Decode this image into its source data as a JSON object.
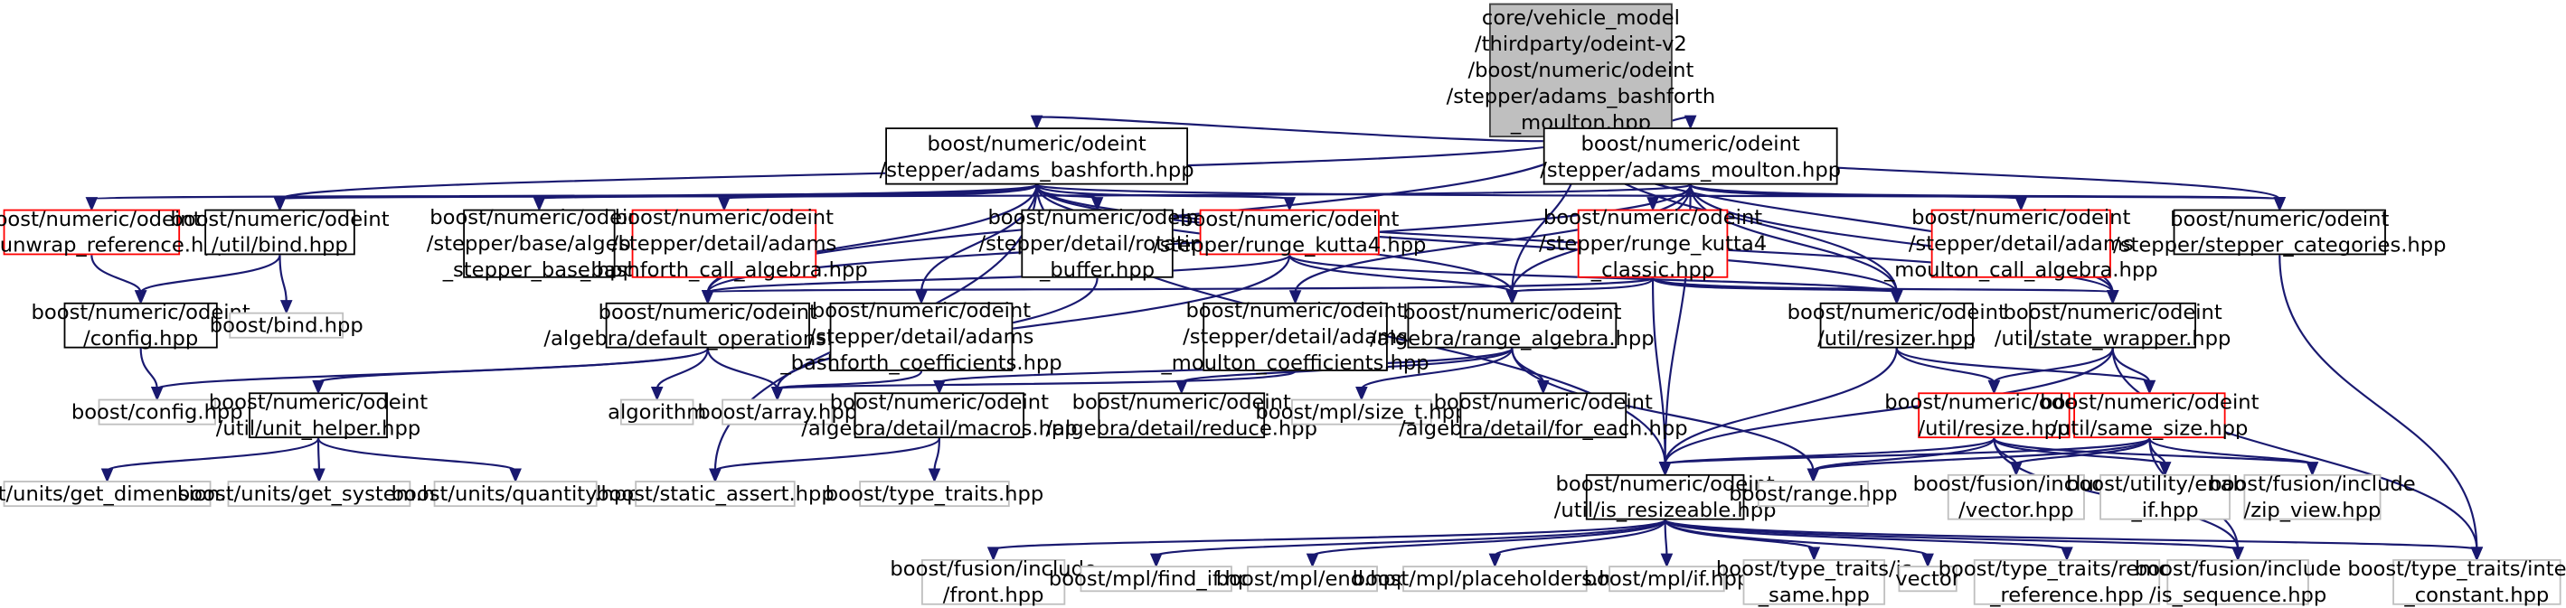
{
  "colors": {
    "edge": "#191970",
    "root_fill": "#bfbfbf",
    "documented_border": "#000000",
    "undocumented_border": "#ff0000",
    "external_border": "#bfbfbf"
  },
  "nodes": [
    {
      "id": "root",
      "kind": "root",
      "label": "core/vehicle_model\n/thirdparty/odeint-v2\n/boost/numeric/odeint\n/stepper/adams_bashforth\n_moulton.hpp"
    },
    {
      "id": "ab",
      "kind": "doc",
      "label": "boost/numeric/odeint\n/stepper/adams_bashforth.hpp"
    },
    {
      "id": "am",
      "kind": "doc",
      "label": "boost/numeric/odeint\n/stepper/adams_moulton.hpp"
    },
    {
      "id": "unwrap",
      "kind": "red",
      "label": "boost/numeric/odeint\n/util/unwrap_reference.hpp"
    },
    {
      "id": "bind",
      "kind": "doc",
      "label": "boost/numeric/odeint\n/util/bind.hpp"
    },
    {
      "id": "algstep",
      "kind": "doc",
      "label": "boost/numeric/odeint\n/stepper/base/algebra\n_stepper_base.hpp"
    },
    {
      "id": "abcall",
      "kind": "red",
      "label": "boost/numeric/odeint\n/stepper/detail/adams\n_bashforth_call_algebra.hpp"
    },
    {
      "id": "rotbuf",
      "kind": "doc",
      "label": "boost/numeric/odeint\n/stepper/detail/rotating\n_buffer.hpp"
    },
    {
      "id": "rk4",
      "kind": "red",
      "label": "boost/numeric/odeint\n/stepper/runge_kutta4.hpp"
    },
    {
      "id": "rk4c",
      "kind": "red",
      "label": "boost/numeric/odeint\n/stepper/runge_kutta4\n_classic.hpp"
    },
    {
      "id": "amcall",
      "kind": "red",
      "label": "boost/numeric/odeint\n/stepper/detail/adams\n_moulton_call_algebra.hpp"
    },
    {
      "id": "stepcat",
      "kind": "doc",
      "label": "boost/numeric/odeint\n/stepper/stepper_categories.hpp"
    },
    {
      "id": "config",
      "kind": "doc",
      "label": "boost/numeric/odeint\n/config.hpp"
    },
    {
      "id": "boostbind",
      "kind": "gray",
      "label": "boost/bind.hpp"
    },
    {
      "id": "defops",
      "kind": "doc",
      "label": "boost/numeric/odeint\n/algebra/default_operations.hpp"
    },
    {
      "id": "abcoef",
      "kind": "doc",
      "label": "boost/numeric/odeint\n/stepper/detail/adams\n_bashforth_coefficients.hpp"
    },
    {
      "id": "amcoef",
      "kind": "doc",
      "label": "boost/numeric/odeint\n/stepper/detail/adams\n_moulton_coefficients.hpp"
    },
    {
      "id": "rangealg",
      "kind": "doc",
      "label": "boost/numeric/odeint\n/algebra/range_algebra.hpp"
    },
    {
      "id": "resizer",
      "kind": "doc",
      "label": "boost/numeric/odeint\n/util/resizer.hpp"
    },
    {
      "id": "statewrap",
      "kind": "doc",
      "label": "boost/numeric/odeint\n/util/state_wrapper.hpp"
    },
    {
      "id": "bconfig",
      "kind": "gray",
      "label": "boost/config.hpp"
    },
    {
      "id": "unithelper",
      "kind": "doc",
      "label": "boost/numeric/odeint\n/util/unit_helper.hpp"
    },
    {
      "id": "algorithm",
      "kind": "gray",
      "label": "algorithm"
    },
    {
      "id": "barray",
      "kind": "gray",
      "label": "boost/array.hpp"
    },
    {
      "id": "macros",
      "kind": "doc",
      "label": "boost/numeric/odeint\n/algebra/detail/macros.hpp"
    },
    {
      "id": "reduce",
      "kind": "doc",
      "label": "boost/numeric/odeint\n/algebra/detail/reduce.hpp"
    },
    {
      "id": "sizet",
      "kind": "gray",
      "label": "boost/mpl/size_t.hpp"
    },
    {
      "id": "foreach",
      "kind": "doc",
      "label": "boost/numeric/odeint\n/algebra/detail/for_each.hpp"
    },
    {
      "id": "resize",
      "kind": "red",
      "label": "boost/numeric/odeint\n/util/resize.hpp"
    },
    {
      "id": "samesize",
      "kind": "red",
      "label": "boost/numeric/odeint\n/util/same_size.hpp"
    },
    {
      "id": "getdim",
      "kind": "gray",
      "label": "boost/units/get_dimension.hpp"
    },
    {
      "id": "getsys",
      "kind": "gray",
      "label": "boost/units/get_system.hpp"
    },
    {
      "id": "quantity",
      "kind": "gray",
      "label": "boost/units/quantity.hpp"
    },
    {
      "id": "staticassert",
      "kind": "gray",
      "label": "boost/static_assert.hpp"
    },
    {
      "id": "typetraits",
      "kind": "gray",
      "label": "boost/type_traits.hpp"
    },
    {
      "id": "isres",
      "kind": "doc",
      "label": "boost/numeric/odeint\n/util/is_resizeable.hpp"
    },
    {
      "id": "range",
      "kind": "gray",
      "label": "boost/range.hpp"
    },
    {
      "id": "fvector",
      "kind": "gray",
      "label": "boost/fusion/include\n/vector.hpp"
    },
    {
      "id": "enableif",
      "kind": "gray",
      "label": "boost/utility/enable\n_if.hpp"
    },
    {
      "id": "zipview",
      "kind": "gray",
      "label": "boost/fusion/include\n/zip_view.hpp"
    },
    {
      "id": "ffront",
      "kind": "gray",
      "label": "boost/fusion/include\n/front.hpp"
    },
    {
      "id": "findif",
      "kind": "gray",
      "label": "boost/mpl/find_if.hpp"
    },
    {
      "id": "mplend",
      "kind": "gray",
      "label": "boost/mpl/end.hpp"
    },
    {
      "id": "placeholders",
      "kind": "gray",
      "label": "boost/mpl/placeholders.hpp"
    },
    {
      "id": "mplif",
      "kind": "gray",
      "label": "boost/mpl/if.hpp"
    },
    {
      "id": "issame",
      "kind": "gray",
      "label": "boost/type_traits/is\n_same.hpp"
    },
    {
      "id": "vector",
      "kind": "gray",
      "label": "vector"
    },
    {
      "id": "removeref",
      "kind": "gray",
      "label": "boost/type_traits/remove\n_reference.hpp"
    },
    {
      "id": "isseq",
      "kind": "gray",
      "label": "boost/fusion/include\n/is_sequence.hpp"
    },
    {
      "id": "intconst",
      "kind": "gray",
      "label": "boost/type_traits/integral\n_constant.hpp"
    }
  ],
  "edges": [
    [
      "root",
      "ab"
    ],
    [
      "root",
      "am"
    ],
    [
      "root",
      "bind"
    ],
    [
      "root",
      "defops"
    ],
    [
      "root",
      "rangealg"
    ],
    [
      "root",
      "resizer"
    ],
    [
      "root",
      "statewrap"
    ],
    [
      "root",
      "stepcat"
    ],
    [
      "ab",
      "unwrap"
    ],
    [
      "ab",
      "bind"
    ],
    [
      "ab",
      "algstep"
    ],
    [
      "ab",
      "abcall"
    ],
    [
      "ab",
      "rotbuf"
    ],
    [
      "ab",
      "rk4"
    ],
    [
      "ab",
      "abcoef"
    ],
    [
      "ab",
      "defops"
    ],
    [
      "ab",
      "rangealg"
    ],
    [
      "ab",
      "resizer"
    ],
    [
      "ab",
      "statewrap"
    ],
    [
      "ab",
      "stepcat"
    ],
    [
      "ab",
      "isres"
    ],
    [
      "ab",
      "staticassert"
    ],
    [
      "am",
      "bind"
    ],
    [
      "am",
      "rk4c"
    ],
    [
      "am",
      "amcall"
    ],
    [
      "am",
      "amcoef"
    ],
    [
      "am",
      "defops"
    ],
    [
      "am",
      "rangealg"
    ],
    [
      "am",
      "resizer"
    ],
    [
      "am",
      "statewrap"
    ],
    [
      "am",
      "stepcat"
    ],
    [
      "am",
      "isres"
    ],
    [
      "unwrap",
      "config"
    ],
    [
      "bind",
      "config"
    ],
    [
      "bind",
      "boostbind"
    ],
    [
      "rotbuf",
      "barray"
    ],
    [
      "rk4",
      "defops"
    ],
    [
      "rk4",
      "rangealg"
    ],
    [
      "rk4",
      "barray"
    ],
    [
      "rk4",
      "resizer"
    ],
    [
      "rk4c",
      "defops"
    ],
    [
      "rk4c",
      "rangealg"
    ],
    [
      "rk4c",
      "resizer"
    ],
    [
      "rk4c",
      "statewrap"
    ],
    [
      "rk4c",
      "isres"
    ],
    [
      "config",
      "bconfig"
    ],
    [
      "defops",
      "bconfig"
    ],
    [
      "defops",
      "unithelper"
    ],
    [
      "defops",
      "algorithm"
    ],
    [
      "defops",
      "barray"
    ],
    [
      "abcoef",
      "barray"
    ],
    [
      "amcoef",
      "barray"
    ],
    [
      "rangealg",
      "macros"
    ],
    [
      "rangealg",
      "reduce"
    ],
    [
      "rangealg",
      "sizet"
    ],
    [
      "rangealg",
      "foreach"
    ],
    [
      "rangealg",
      "range"
    ],
    [
      "resizer",
      "resize"
    ],
    [
      "resizer",
      "samesize"
    ],
    [
      "resizer",
      "isres"
    ],
    [
      "statewrap",
      "resize"
    ],
    [
      "statewrap",
      "samesize"
    ],
    [
      "statewrap",
      "isres"
    ],
    [
      "statewrap",
      "intconst"
    ],
    [
      "unithelper",
      "getdim"
    ],
    [
      "unithelper",
      "getsys"
    ],
    [
      "unithelper",
      "quantity"
    ],
    [
      "macros",
      "staticassert"
    ],
    [
      "macros",
      "typetraits"
    ],
    [
      "resize",
      "isres"
    ],
    [
      "resize",
      "range"
    ],
    [
      "resize",
      "fvector"
    ],
    [
      "resize",
      "enableif"
    ],
    [
      "resize",
      "zipview"
    ],
    [
      "resize",
      "isseq"
    ],
    [
      "samesize",
      "isres"
    ],
    [
      "samesize",
      "range"
    ],
    [
      "samesize",
      "fvector"
    ],
    [
      "samesize",
      "enableif"
    ],
    [
      "samesize",
      "zipview"
    ],
    [
      "samesize",
      "isseq"
    ],
    [
      "isres",
      "ffront"
    ],
    [
      "isres",
      "findif"
    ],
    [
      "isres",
      "mplend"
    ],
    [
      "isres",
      "placeholders"
    ],
    [
      "isres",
      "mplif"
    ],
    [
      "isres",
      "issame"
    ],
    [
      "isres",
      "vector"
    ],
    [
      "isres",
      "removeref"
    ],
    [
      "isres",
      "isseq"
    ],
    [
      "isres",
      "intconst"
    ],
    [
      "stepcat",
      "intconst"
    ]
  ]
}
